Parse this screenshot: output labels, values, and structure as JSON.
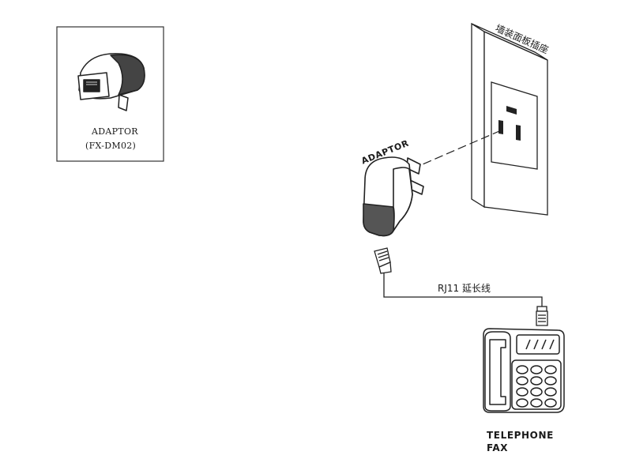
{
  "inset": {
    "title": "ADAPTOR",
    "model": "(FX-DM02)"
  },
  "wall": {
    "label": "墙装面板插座"
  },
  "adaptor": {
    "label": "ADAPTOR"
  },
  "cable": {
    "label": "RJ11 延长线"
  },
  "device": {
    "line1": "TELEPHONE",
    "line2": "FAX"
  }
}
